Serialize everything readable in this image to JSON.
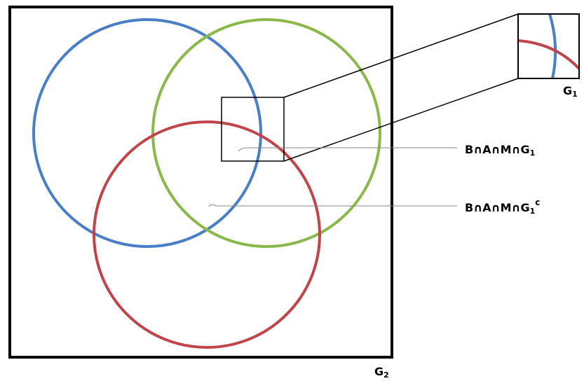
{
  "labels": {
    "g2": "G",
    "g2_sub": "2",
    "g1": "G",
    "g1_sub": "1",
    "label_inner": "B∩A∩M∩G",
    "label_inner_sub": "1",
    "label_outer": "B∩A∩M∩G",
    "label_outer_sub": "1",
    "label_outer_sup": "c"
  },
  "colors": {
    "circle_b": "#4a7ec6",
    "circle_a": "#8bb84a",
    "circle_m": "#c0454a",
    "frame": "#000000",
    "leader": "#888888"
  }
}
